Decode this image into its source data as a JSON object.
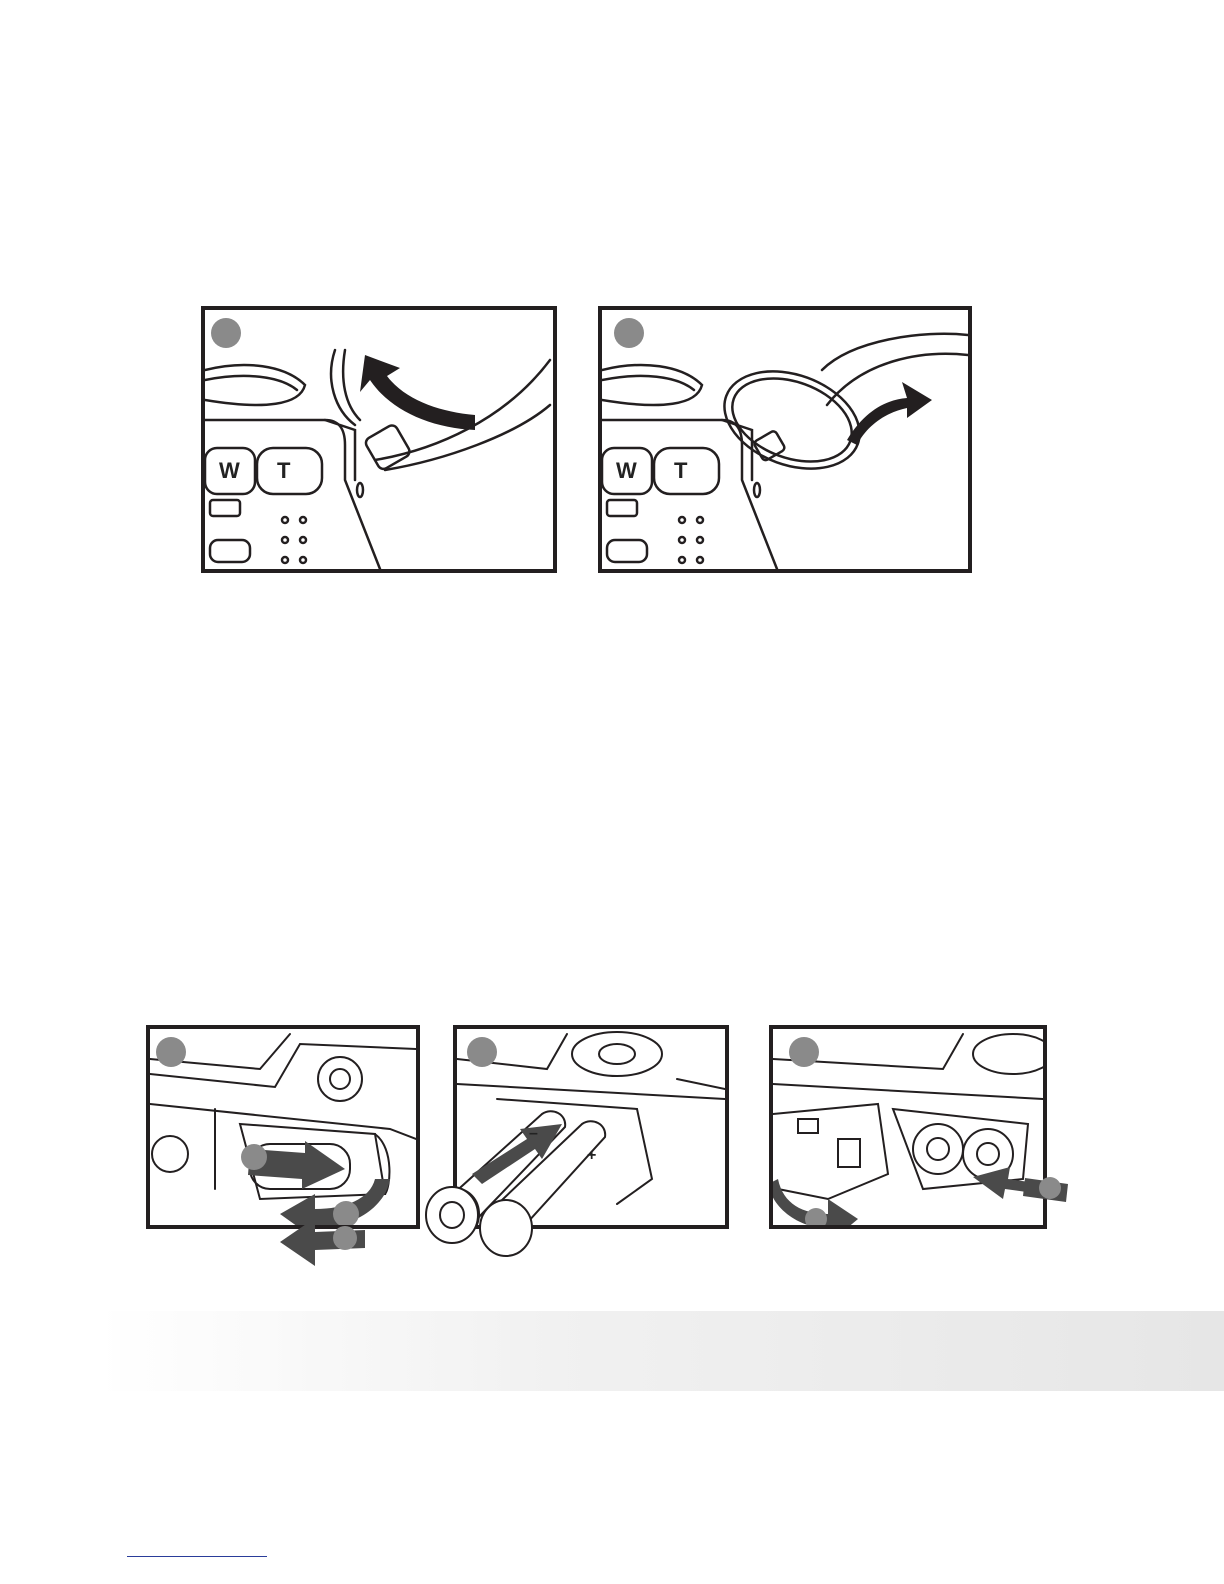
{
  "figure_strap": {
    "panels": [
      {
        "step_badge": "",
        "buttons": {
          "wide": "W",
          "tele": "T"
        }
      },
      {
        "step_badge": "",
        "buttons": {
          "wide": "W",
          "tele": "T"
        }
      }
    ]
  },
  "figure_batteries": {
    "panels": [
      {
        "step_badge": "",
        "arrow_badges": [
          "",
          ""
        ]
      },
      {
        "step_badge": "",
        "battery_marks": {
          "plus": "+",
          "minus": "–"
        }
      },
      {
        "step_badge": "",
        "arrow_badges": [
          "",
          ""
        ]
      }
    ]
  },
  "colors": {
    "border": "#231f20",
    "arrow": "#4a4a4a",
    "badge": "#8a8a8a",
    "footer_band": "#e6e6e6",
    "footer_line": "#2a3d9a"
  },
  "icons": [
    "curved-arrow-icon",
    "straight-arrow-icon",
    "camera-illustration",
    "battery-illustration"
  ]
}
